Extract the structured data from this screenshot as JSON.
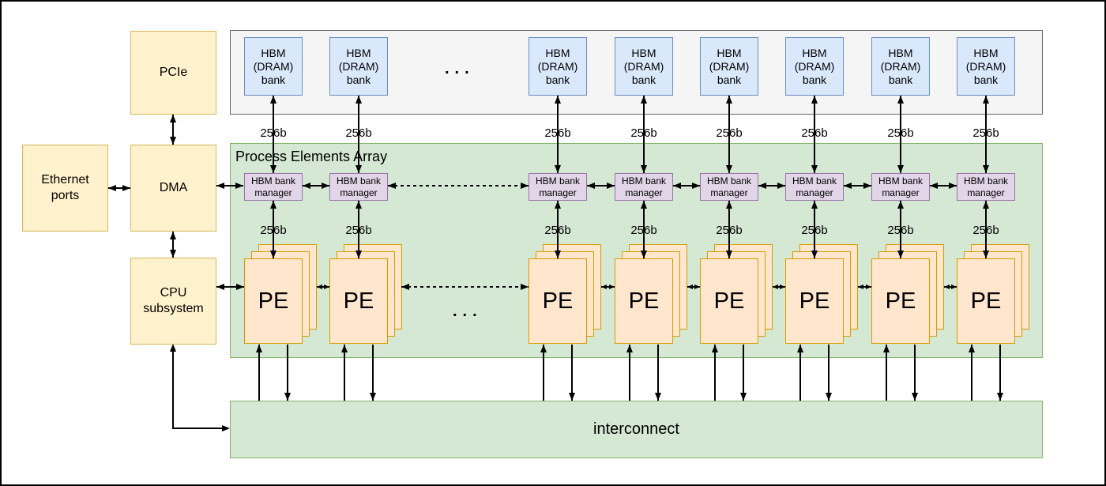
{
  "blocks": {
    "pcie": "PCIe",
    "ethernet_ports": "Ethernet\nports",
    "dma": "DMA",
    "cpu_subsystem": "CPU\nsubsystem",
    "pe_array_title": "Process Elements Array",
    "interconnect": "interconnect"
  },
  "hbm_banks": [
    "HBM\n(DRAM)\nbank",
    "HBM\n(DRAM)\nbank",
    "HBM\n(DRAM)\nbank",
    "HBM\n(DRAM)\nbank",
    "HBM\n(DRAM)\nbank",
    "HBM\n(DRAM)\nbank",
    "HBM\n(DRAM)\nbank",
    "HBM\n(DRAM)\nbank"
  ],
  "bank_managers": [
    "HBM bank\nmanager",
    "HBM bank\nmanager",
    "HBM bank\nmanager",
    "HBM bank\nmanager",
    "HBM bank\nmanager",
    "HBM bank\nmanager",
    "HBM bank\nmanager",
    "HBM bank\nmanager"
  ],
  "pe_labels": [
    "PE",
    "PE",
    "PE",
    "PE",
    "PE",
    "PE",
    "PE",
    "PE"
  ],
  "bus_top": [
    "256b",
    "256b",
    "256b",
    "256b",
    "256b",
    "256b",
    "256b",
    "256b"
  ],
  "bus_mid": [
    "256b",
    "256b",
    "256b",
    "256b",
    "256b",
    "256b",
    "256b",
    "256b"
  ],
  "ellipsis": {
    "banks": "...",
    "pes": "..."
  },
  "colors": {
    "yellow_fill": "#FFF2CC",
    "yellow_border": "#D6B656",
    "blue_fill": "#DAE8FC",
    "blue_border": "#6C8EBF",
    "purple_fill": "#E1D5E7",
    "purple_border": "#9673A6",
    "orange_fill": "#FFE6CC",
    "orange_border": "#D79B00",
    "green_fill": "#D5E8D4",
    "green_border": "#82B366",
    "gray_fill": "#F5F5F5",
    "gray_border": "#666666",
    "arrow": "#000000"
  }
}
